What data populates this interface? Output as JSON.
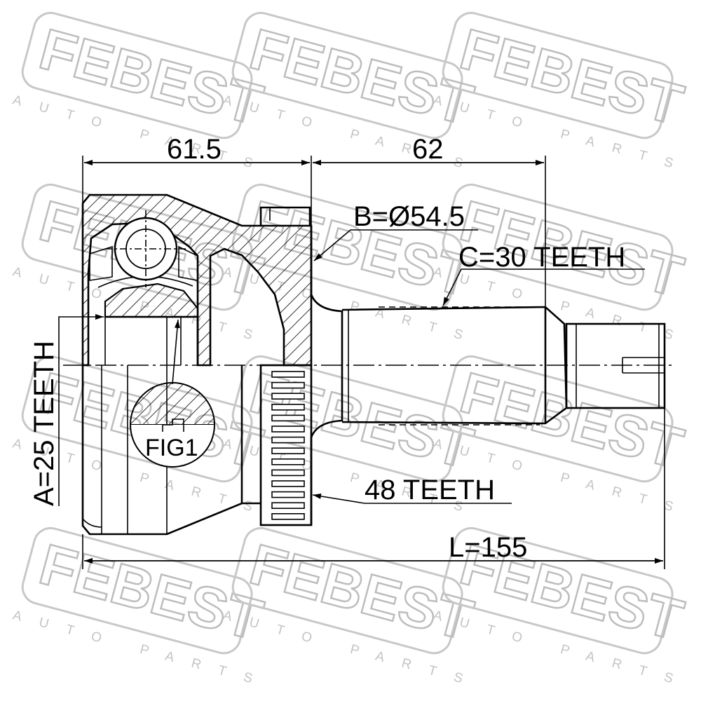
{
  "watermark": {
    "brand": "FEBEST",
    "tagline": "AUTO PARTS"
  },
  "dimensions": {
    "outer_length": "61.5",
    "shaft_length": "62",
    "diameter_b": "B=Ø54.5",
    "spline_c": "C=30 TEETH",
    "spline_a": "A=25 TEETH",
    "abs_ring": "48 TEETH",
    "total_length": "L=155"
  },
  "detail": {
    "label": "FIG1"
  },
  "colors": {
    "line": "#000000",
    "watermark": "#bdbdbd"
  }
}
